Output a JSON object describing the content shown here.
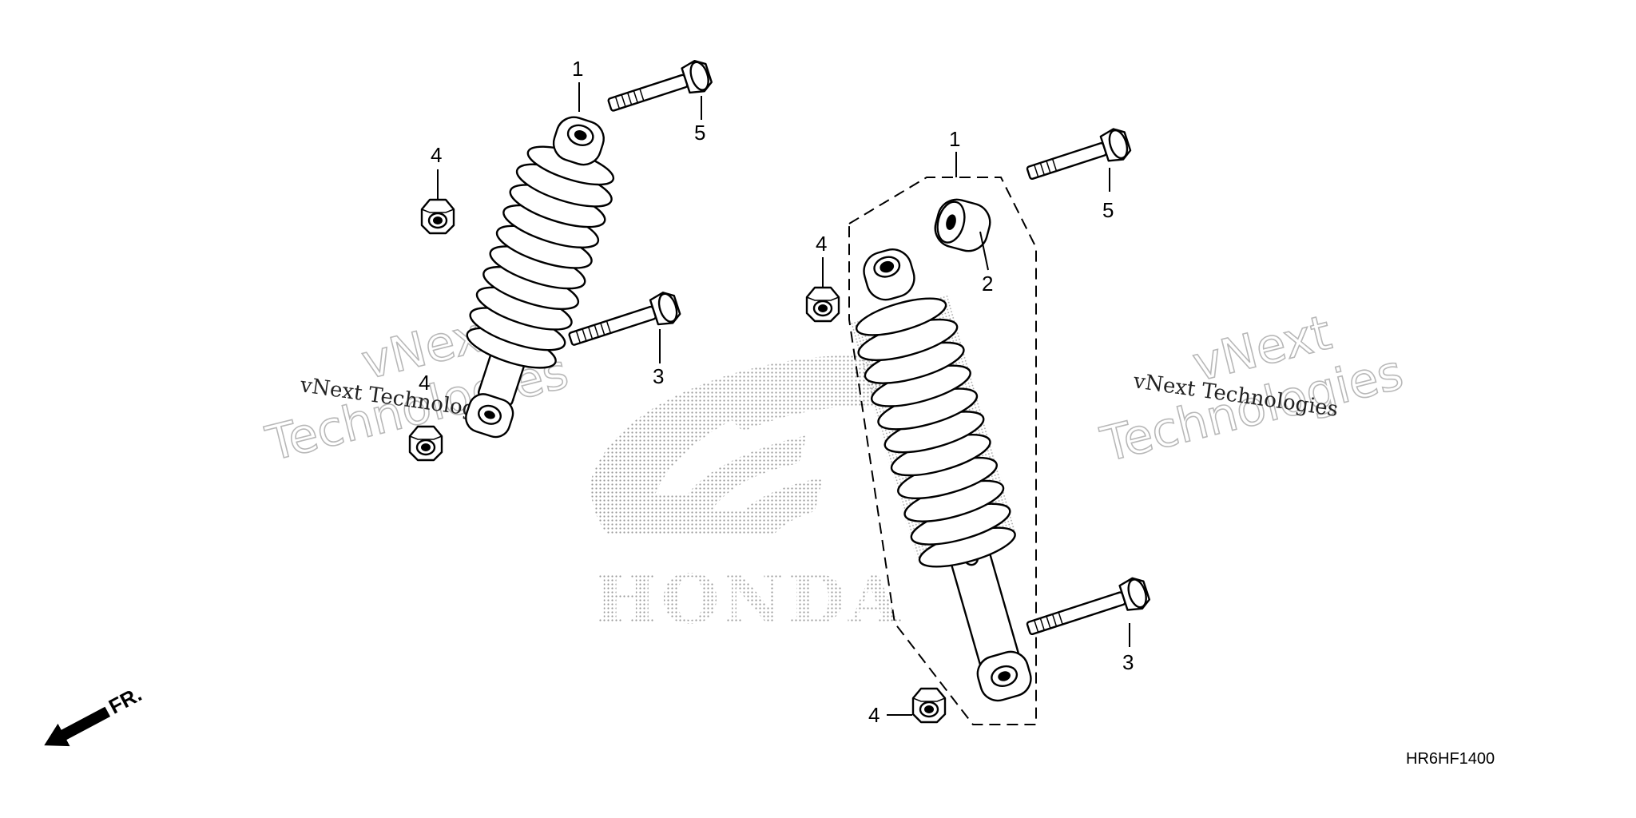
{
  "diagram": {
    "callouts": {
      "left_shock": "1",
      "left_bolt_upper": "5",
      "left_nut_upper": "4",
      "left_bolt_lower": "3",
      "left_nut_lower": "4",
      "right_shock": "1",
      "right_bushing": "2",
      "right_bolt_upper": "5",
      "right_nut_upper": "4",
      "right_bolt_lower": "3",
      "right_nut_lower": "4"
    },
    "front_indicator": "FR.",
    "diagram_code": "HR6HF1400",
    "brand_logo_text": "HONDA",
    "watermarks": [
      {
        "outline_line1": "vNext",
        "outline_line2": "Technologies",
        "caption": "vNext Technologies"
      },
      {
        "outline_line1": "vNext",
        "outline_line2": "Technologies",
        "caption": "vNext Technologies"
      }
    ]
  }
}
